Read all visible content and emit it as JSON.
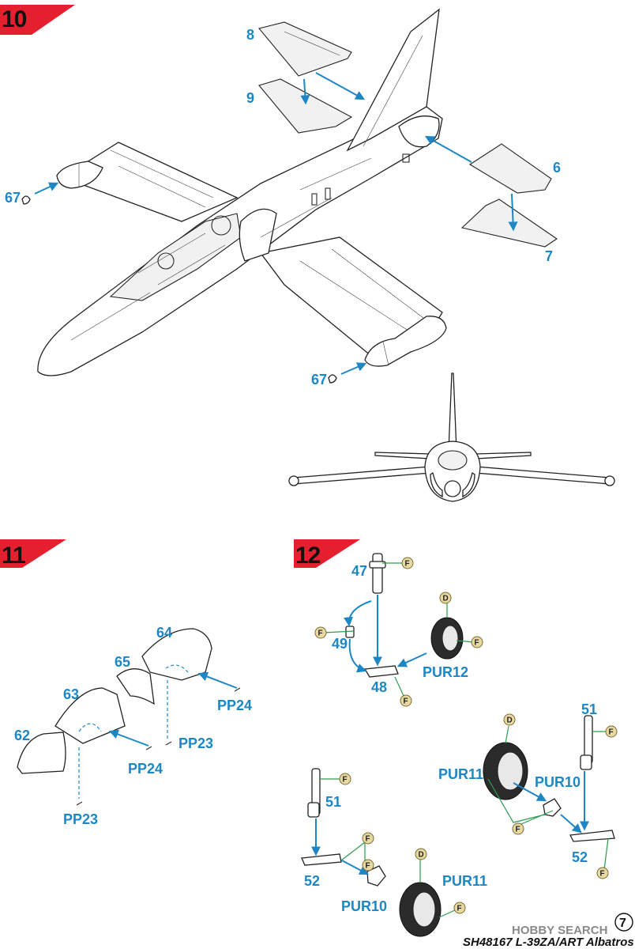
{
  "steps": {
    "s10": "10",
    "s11": "11",
    "s12": "12"
  },
  "step10": {
    "parts": {
      "p8": "8",
      "p9": "9",
      "p6": "6",
      "p7": "7",
      "p67a": "67",
      "p67b": "67"
    }
  },
  "step11": {
    "parts": {
      "p62": "62",
      "p63": "63",
      "p64": "64",
      "p65": "65",
      "pp24a": "PP24",
      "pp24b": "PP24",
      "pp23a": "PP23",
      "pp23b": "PP23"
    }
  },
  "step12": {
    "parts": {
      "p47": "47",
      "p49": "49",
      "p48": "48",
      "pur12": "PUR12",
      "p51a": "51",
      "p52a": "52",
      "pur11a": "PUR11",
      "pur10a": "PUR10",
      "p51b": "51",
      "p52b": "52",
      "pur11b": "PUR11",
      "pur10b": "PUR10"
    },
    "badges": {
      "f": "F",
      "d": "D"
    }
  },
  "footer": {
    "page_number": "7",
    "watermark": "HOBBY SEARCH",
    "kit_title": "SH48167 L-39ZA/ART Albatros"
  },
  "colors": {
    "label_blue": "#1d87c6",
    "step_red": "#e5202e",
    "attach_green": "#2d9d4c",
    "badge_tan": "#e8d9a3"
  }
}
